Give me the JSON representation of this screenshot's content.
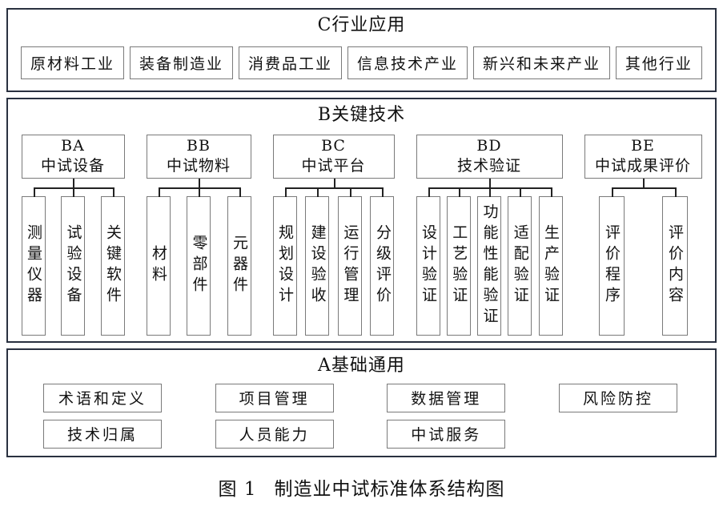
{
  "colors": {
    "outer_border": "#2a3140",
    "box_border": "#7a7a7a",
    "connector_line": "#222222",
    "text": "#111111",
    "background": "#ffffff"
  },
  "section_c": {
    "title": "C行业应用",
    "items": [
      "原材料工业",
      "装备制造业",
      "消费品工业",
      "信息技术产业",
      "新兴和未来产业",
      "其他行业"
    ]
  },
  "section_b": {
    "title": "B关键技术",
    "groups": [
      {
        "code": "BA",
        "name": "中试设备",
        "children": [
          "测量仪器",
          "试验设备",
          "关键软件"
        ]
      },
      {
        "code": "BB",
        "name": "中试物料",
        "children": [
          "材料",
          "零部件",
          "元器件"
        ]
      },
      {
        "code": "BC",
        "name": "中试平台",
        "children": [
          "规划设计",
          "建设验收",
          "运行管理",
          "分级评价"
        ]
      },
      {
        "code": "BD",
        "name": "技术验证",
        "children": [
          "设计验证",
          "工艺验证",
          "功能性能验证",
          "适配验证",
          "生产验证"
        ]
      },
      {
        "code": "BE",
        "name": "中试成果评价",
        "children": [
          "评价程序",
          "评价内容"
        ]
      }
    ]
  },
  "section_a": {
    "title": "A基础通用",
    "rows": [
      [
        "术语和定义",
        "项目管理",
        "数据管理",
        "风险防控"
      ],
      [
        "技术归属",
        "人员能力",
        "中试服务"
      ]
    ]
  },
  "caption": {
    "prefix": "图 1",
    "text": "制造业中试标准体系结构图"
  }
}
